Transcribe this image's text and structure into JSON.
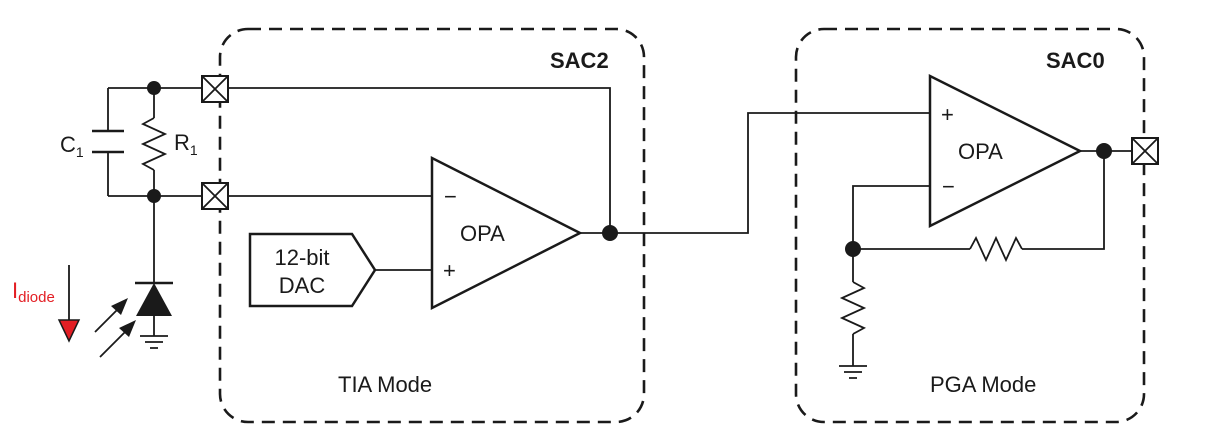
{
  "blocks": {
    "sac2": {
      "title": "SAC2",
      "mode": "TIA Mode"
    },
    "sac0": {
      "title": "SAC0",
      "mode": "PGA Mode"
    }
  },
  "components": {
    "opa_tia_label": "OPA",
    "opa_pga_label": "OPA",
    "dac_line1": "12-bit",
    "dac_line2": "DAC",
    "c1_main": "C",
    "c1_sub": "1",
    "r1_main": "R",
    "r1_sub": "1",
    "opa_tia_minus": "−",
    "opa_tia_plus": "+",
    "opa_pga_plus": "+",
    "opa_pga_minus": "−"
  },
  "current": {
    "main": "I",
    "sub": "diode",
    "color": "#e31e24"
  }
}
